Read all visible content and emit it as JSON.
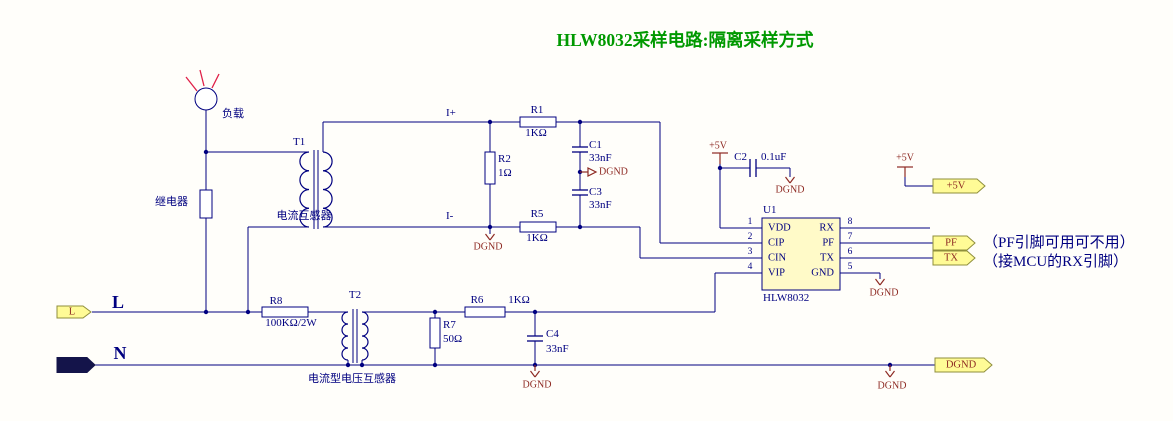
{
  "title": "HLW8032采样电路:隔离采样方式",
  "colors": {
    "wire": "#000080",
    "power_symbol": "#8e2a23",
    "title_green": "#009900",
    "port_fill": "#fffb96",
    "chip_fill": "#fffac8",
    "lamp_rays": "#e02048",
    "n_port_fill": "#14144a"
  },
  "annotations": {
    "load": "负载",
    "relay": "继电器",
    "net_iplus": "I+",
    "net_iminus": "I-",
    "line_l": "L",
    "line_n": "N",
    "pf_note": "（PF引脚可用可不用）",
    "rx_note": "（接MCU的RX引脚）"
  },
  "components": {
    "t1": {
      "ref": "T1",
      "desc": "电流互感器"
    },
    "t2": {
      "ref": "T2",
      "desc": "电流型电压互感器"
    },
    "r1": {
      "ref": "R1",
      "value": "1KΩ"
    },
    "r2": {
      "ref": "R2",
      "value": "1Ω"
    },
    "r5": {
      "ref": "R5",
      "value": "1KΩ"
    },
    "r6": {
      "ref": "R6",
      "value": "1KΩ"
    },
    "r7": {
      "ref": "R7",
      "value": "50Ω"
    },
    "r8": {
      "ref": "R8",
      "value": "100KΩ/2W"
    },
    "c1": {
      "ref": "C1",
      "value": "33nF"
    },
    "c2": {
      "ref": "C2",
      "value": "0.1uF"
    },
    "c3": {
      "ref": "C3",
      "value": "33nF"
    },
    "c4": {
      "ref": "C4",
      "value": "33nF"
    }
  },
  "chip": {
    "ref": "U1",
    "part": "HLW8032",
    "left_pins": [
      {
        "num": "1",
        "name": "VDD"
      },
      {
        "num": "2",
        "name": "CIP"
      },
      {
        "num": "3",
        "name": "CIN"
      },
      {
        "num": "4",
        "name": "VIP"
      }
    ],
    "right_pins": [
      {
        "num": "8",
        "name": "RX"
      },
      {
        "num": "7",
        "name": "PF"
      },
      {
        "num": "6",
        "name": "TX"
      },
      {
        "num": "5",
        "name": "GND"
      }
    ]
  },
  "power": {
    "v5": "+5V",
    "dgnd": "DGND"
  },
  "ports": {
    "l": "L",
    "n": "N",
    "pf": "PF",
    "tx": "TX",
    "v5": "+5V",
    "dgnd": "DGND"
  }
}
